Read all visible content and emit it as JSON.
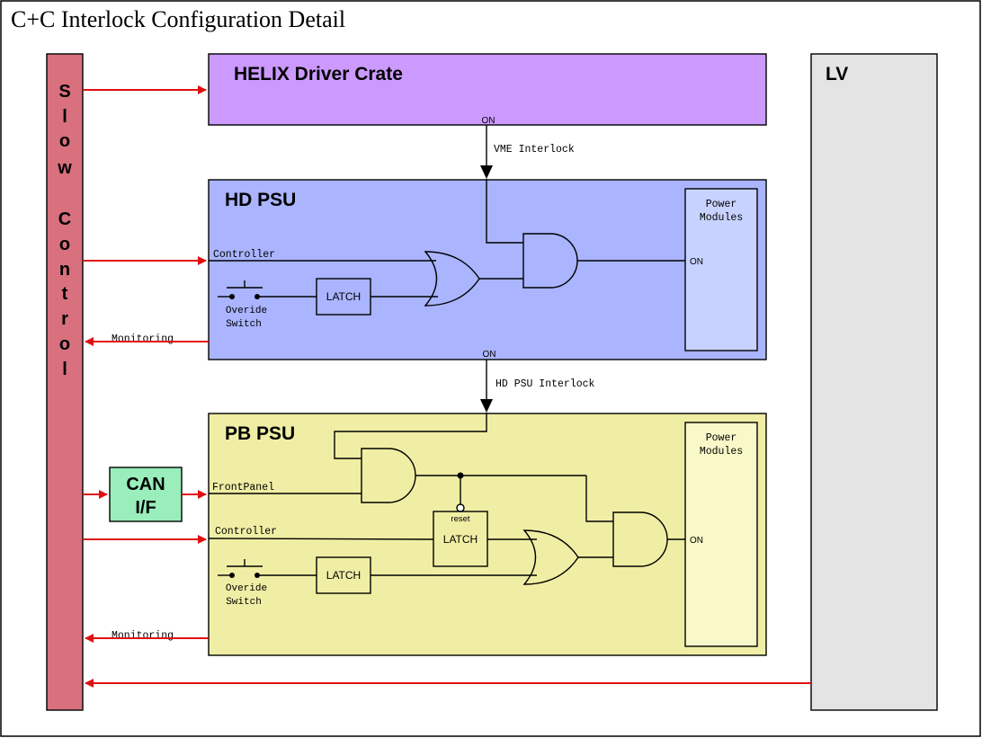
{
  "title": "C+C Interlock Configuration Detail",
  "slow_control": {
    "label_top": [
      "S",
      "l",
      "o",
      "w"
    ],
    "label_bottom": [
      "C",
      "o",
      "n",
      "t",
      "r",
      "o",
      "l"
    ],
    "color": "#d8707e"
  },
  "helix": {
    "title": "HELIX Driver Crate",
    "on_label": "ON",
    "color": "#cc99ff"
  },
  "vme_interlock": "VME Interlock",
  "hd_psu": {
    "title": "HD PSU",
    "color": "#aab4ff",
    "controller": "Controller",
    "latch": "LATCH",
    "override_line1": "Overide",
    "override_line2": "Switch",
    "monitoring": "Monitoring",
    "power_modules_line1": "Power",
    "power_modules_line2": "Modules",
    "on_in": "ON",
    "on_out": "ON",
    "pm_color": "#c8d2ff"
  },
  "hd_psu_interlock": "HD PSU Interlock",
  "pb_psu": {
    "title": "PB PSU",
    "color": "#f0eea4",
    "frontpanel": "FrontPanel",
    "controller": "Controller",
    "latch_reset": "LATCH",
    "reset": "reset",
    "latch": "LATCH",
    "override_line1": "Overide",
    "override_line2": "Switch",
    "monitoring": "Monitoring",
    "power_modules_line1": "Power",
    "power_modules_line2": "Modules",
    "on_in": "ON",
    "pm_color": "#f8f8c8"
  },
  "can_if": {
    "line1": "CAN",
    "line2": "I/F",
    "color": "#99eebb"
  },
  "lv": {
    "title": "LV",
    "color": "#e4e4e4"
  },
  "colors": {
    "arrow": "#e01010",
    "border": "#000000"
  }
}
